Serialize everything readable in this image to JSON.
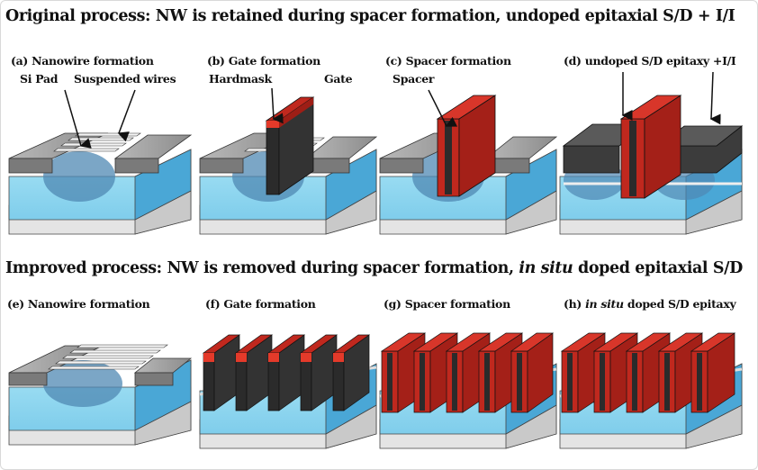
{
  "headings": {
    "original_prefix": "Original process:  NW is retained during spacer formation, undoped epitaxial S/D + I/I",
    "improved_prefix": "Improved process: NW is removed during spacer formation, ",
    "improved_italic": "in situ",
    "improved_suffix": " doped epitaxial S/D"
  },
  "panels_top": [
    {
      "label": "(a) Nanowire formation"
    },
    {
      "label": "(b) Gate formation"
    },
    {
      "label": "(c) Spacer formation"
    },
    {
      "label": "(d) undoped S/D epitaxy +I/I"
    }
  ],
  "panels_bottom": [
    {
      "label": "(e) Nanowire formation"
    },
    {
      "label": "(f) Gate formation"
    },
    {
      "label": "(g) Spacer formation"
    },
    {
      "label_prefix": "(h) ",
      "label_italic": "in situ",
      "label_suffix": " doped S/D epitaxy"
    }
  ],
  "callouts": {
    "si_pad": "Si Pad",
    "suspended_wires": "Suspended wires",
    "hardmask": "Hardmask",
    "gate": "Gate",
    "spacer": "Spacer"
  },
  "colors": {
    "substrate_light": "#e8e8e8",
    "box_oxide": "#8fd8f2",
    "box_oxide_dark": "#3a9fd0",
    "cavity": "#5b8fb8",
    "si_pad": "#9a9a9a",
    "si_pad_top": "#c8c8c8",
    "gate_red": "#c0281e",
    "gate_dark": "#2b2b2b",
    "epi_dark": "#404040",
    "nanowire": "#f2f2f2",
    "epi_purple": "#6a1a3a"
  }
}
